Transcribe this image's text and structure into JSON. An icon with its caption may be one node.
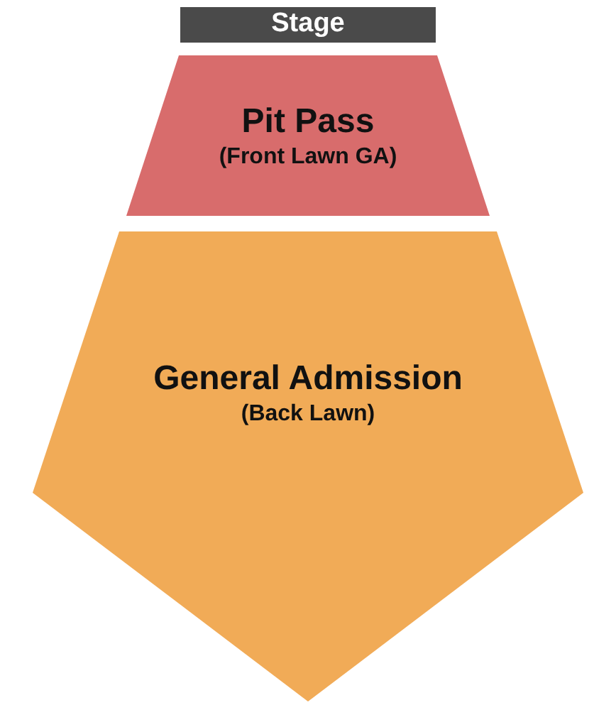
{
  "diagram": {
    "nodes": [
      {
        "text": [
          "Stage"
        ]
      },
      {
        "text": [
          "Pit Pass",
          "(Front Lawn GA)"
        ]
      },
      {
        "text": [
          "General Admission",
          "(Back Lawn)"
        ]
      }
    ]
  }
}
